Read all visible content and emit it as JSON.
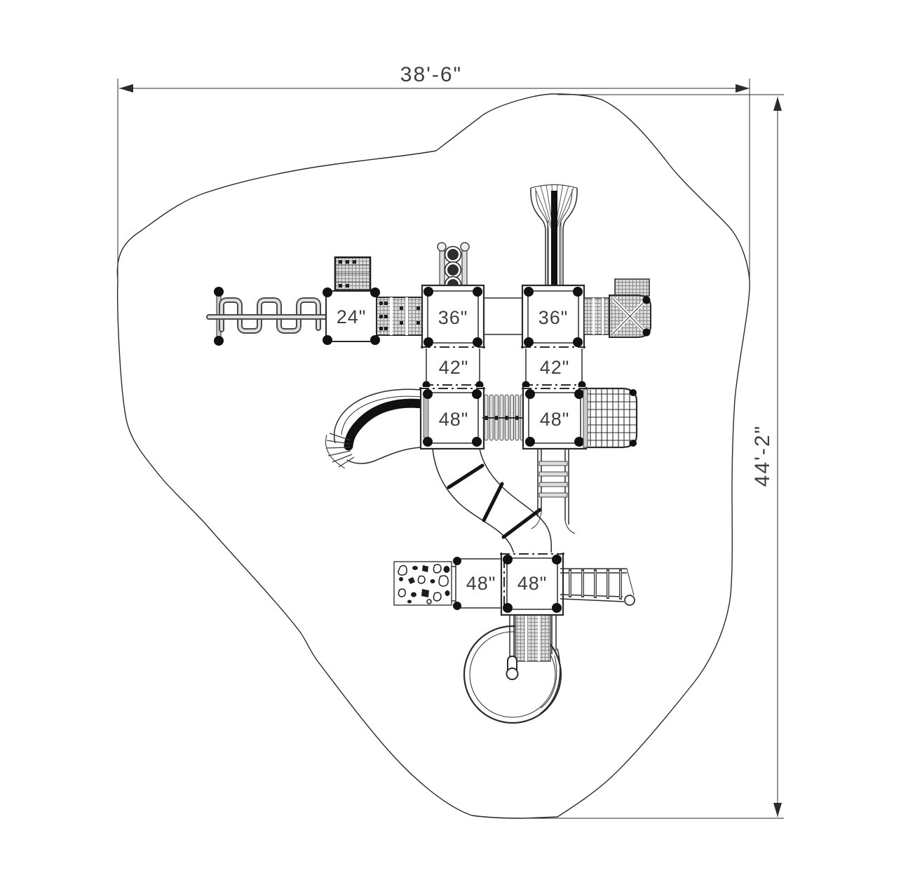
{
  "drawing": {
    "type": "playground-equipment-plan-view",
    "dimensions": {
      "width_label": "38'-6\"",
      "height_label": "44'-2\""
    },
    "platforms": [
      {
        "id": "deck-24",
        "label": "24\""
      },
      {
        "id": "deck-36-left",
        "label": "36\""
      },
      {
        "id": "deck-36-right",
        "label": "36\""
      },
      {
        "id": "deck-42-left",
        "label": "42\""
      },
      {
        "id": "deck-42-right",
        "label": "42\""
      },
      {
        "id": "deck-48-mid-left",
        "label": "48\""
      },
      {
        "id": "deck-48-mid-right",
        "label": "48\""
      },
      {
        "id": "deck-48-low-left",
        "label": "48\""
      },
      {
        "id": "deck-48-low-right",
        "label": "48\""
      }
    ],
    "colors": {
      "line": "#2b2b2b",
      "label": "#3f3f3f",
      "hatch_bg": "#e2e2e2",
      "hatch_line": "#909090",
      "background": "#ffffff"
    }
  }
}
